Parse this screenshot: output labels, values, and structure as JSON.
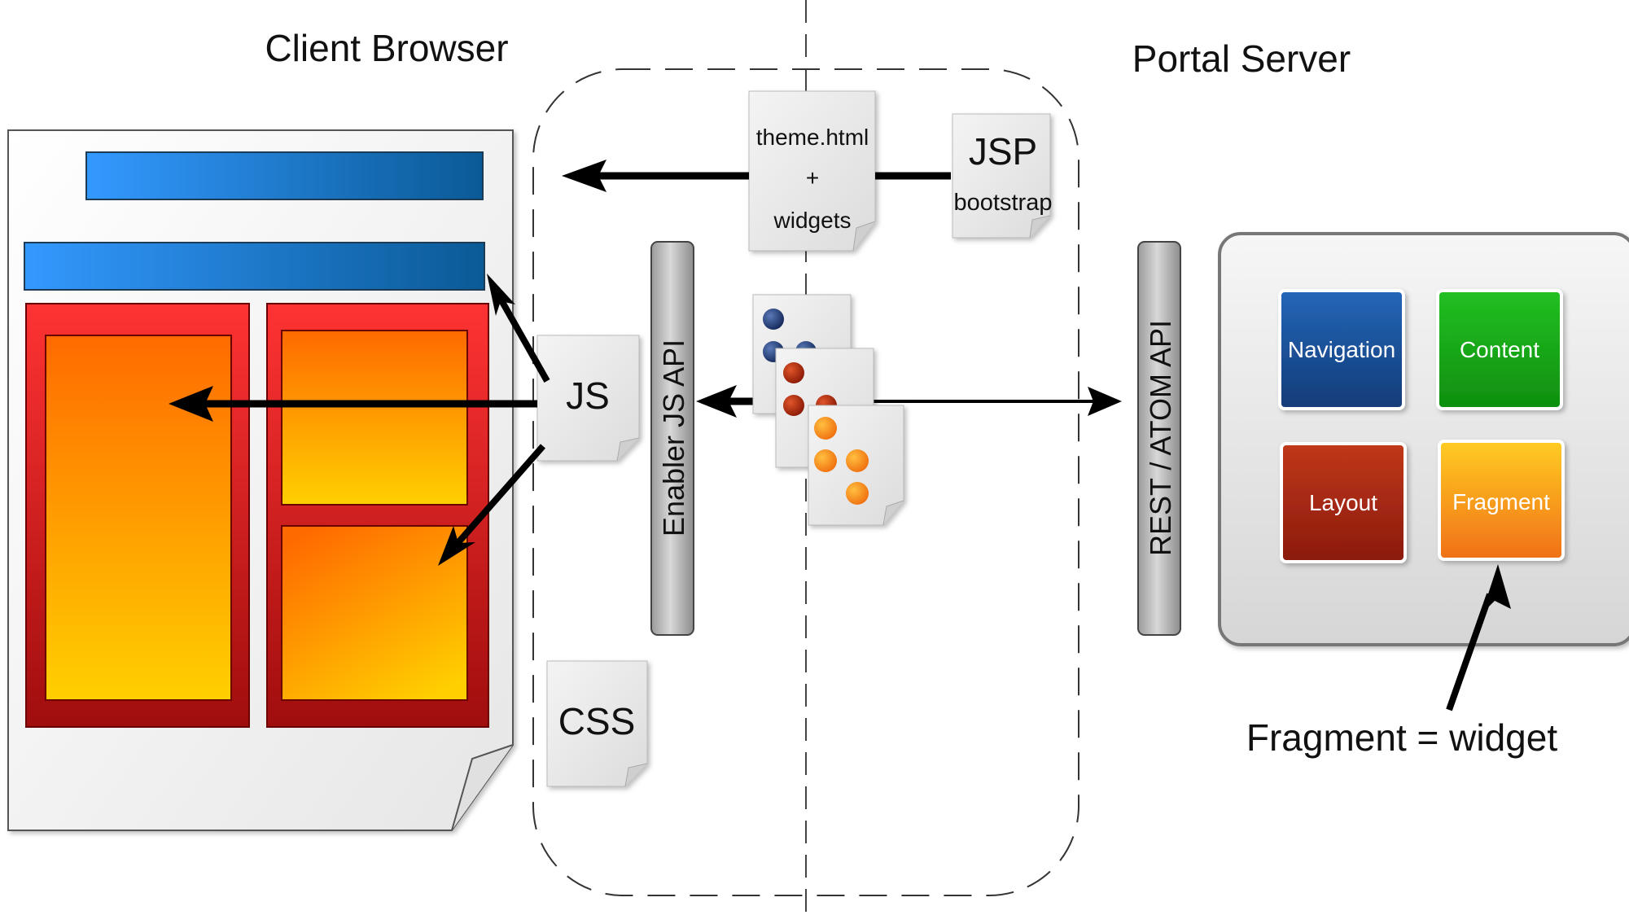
{
  "headings": {
    "client": "Client Browser",
    "server": "Portal Server"
  },
  "documents": {
    "theme_line1": "theme.html",
    "theme_line2": "+",
    "theme_line3": "widgets",
    "jsp_title": "JSP",
    "jsp_subtitle": "bootstrap",
    "js": "JS",
    "css": "CSS"
  },
  "apis": {
    "enabler": "Enabler JS API",
    "rest": "REST / ATOM API"
  },
  "server_blocks": {
    "navigation": "Navigation",
    "content": "Content",
    "layout": "Layout",
    "fragment": "Fragment"
  },
  "annotation": "Fragment = widget",
  "colors": {
    "nav_blue": "#1b4f97",
    "content_green": "#1aa61a",
    "layout_red": "#a3210f",
    "fragment_orange": "#f7941d",
    "header_bar_blue": "#2a7fd4",
    "portlet_red": "#e02020",
    "portlet_orange": "#ff7a00",
    "portlet_yellow": "#ffcc00",
    "api_bar_gray": "#8a8a8a"
  }
}
